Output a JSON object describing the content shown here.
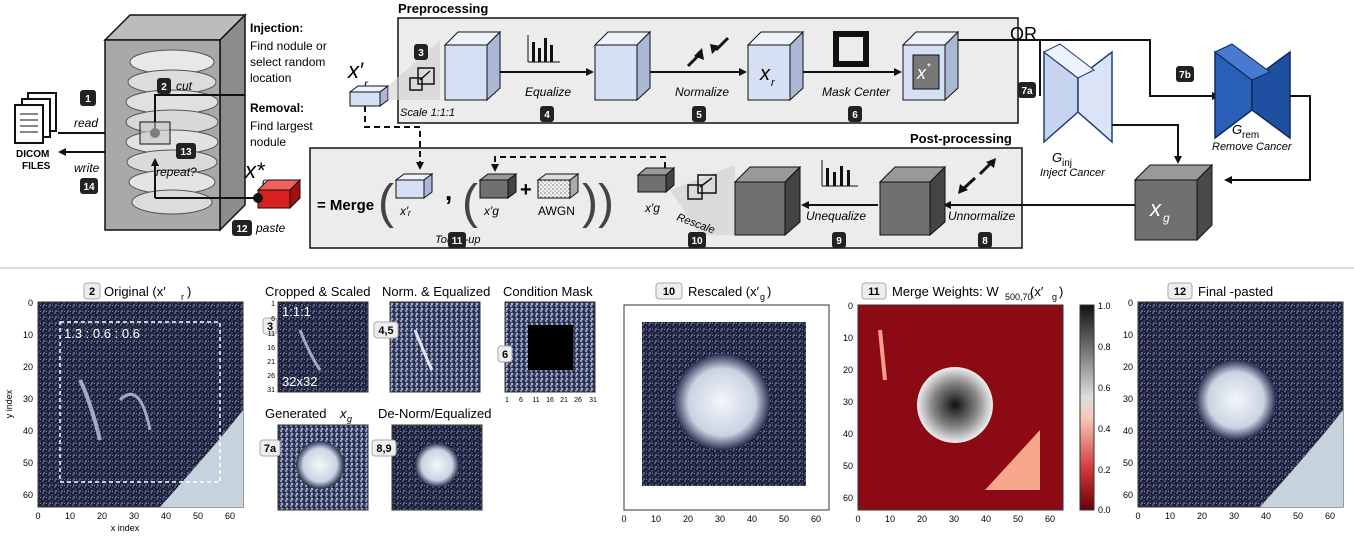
{
  "pipeline": {
    "dicom": [
      "DICOM",
      "FILES"
    ],
    "read": "read",
    "write": "write",
    "cut": "cut",
    "repeat": "repeat?",
    "paste": "paste",
    "injection": {
      "title": "Injection:",
      "lines": [
        "Find nodule or",
        "select random",
        "location"
      ]
    },
    "removal": {
      "title": "Removal:",
      "lines": [
        "Find largest",
        "nodule"
      ]
    },
    "xr_prime": "x′",
    "xg_star": "x*",
    "preprocessing": "Preprocessing",
    "postprocessing": "Post-processing",
    "scale_label": "Scale 1:1:1",
    "equalize": "Equalize",
    "normalize": "Normalize",
    "mask_center": "Mask Center",
    "or_label": "OR",
    "inject_cancer": "Inject Cancer",
    "remove_cancer": "Remove Cancer",
    "g_inj": "G",
    "g_inj_sub": "inj",
    "g_rem": "G",
    "g_rem_sub": "rem",
    "merge": "= Merge",
    "awgn": "AWGN",
    "rescale": "Rescale",
    "unequalize": "Unequalize",
    "unnormalize": "Unnormalize",
    "touchup": "Touch-up",
    "xr": "x",
    "xg": "x",
    "badges": [
      "1",
      "2",
      "3",
      "4",
      "5",
      "6",
      "7a",
      "7b",
      "8",
      "9",
      "10",
      "11",
      "12",
      "13",
      "14"
    ]
  },
  "panels": {
    "original": {
      "badge": "2",
      "title": "Original (x′",
      "annotation": "1.3 : 0.6 : 0.6",
      "xlabel": "x index",
      "ylabel": "y index",
      "xticks": [
        "0",
        "10",
        "20",
        "30",
        "40",
        "50",
        "60"
      ],
      "yticks": [
        "0",
        "10",
        "20",
        "30",
        "40",
        "50",
        "60"
      ]
    },
    "cropped": {
      "badge": "3",
      "title": "Cropped & Scaled",
      "scale": "1:1:1",
      "size": "32x32",
      "yticks": [
        "1",
        "6",
        "11",
        "16",
        "21",
        "26",
        "31"
      ]
    },
    "normeq": {
      "badge": "4,5",
      "title": "Norm. & Equalized"
    },
    "mask": {
      "badge": "6",
      "title": "Condition Mask",
      "xticks": [
        "1",
        "6",
        "11",
        "16",
        "21",
        "26",
        "31"
      ]
    },
    "generated": {
      "badge": "7a",
      "title": "Generated"
    },
    "denorm": {
      "badge": "8,9",
      "title": "De-Norm/Equalized"
    },
    "rescaled": {
      "badge": "10",
      "title": "Rescaled (x′",
      "ticks": [
        "0",
        "10",
        "20",
        "30",
        "40",
        "50",
        "60"
      ]
    },
    "merge": {
      "badge": "11",
      "title": "Merge Weights: W",
      "sub": "500,70",
      "arg": "(x′",
      "ticks": [
        "0",
        "10",
        "20",
        "30",
        "40",
        "50",
        "60"
      ],
      "colorbar": [
        "1.0",
        "0.8",
        "0.6",
        "0.4",
        "0.2",
        "0.0"
      ]
    },
    "final": {
      "badge": "12",
      "title": "Final -pasted",
      "ticks": [
        "0",
        "10",
        "20",
        "30",
        "40",
        "50",
        "60"
      ]
    }
  },
  "colors": {
    "box_fill": "#ececec",
    "light_cube": "#d5e0f5",
    "dark_cube": "#707070",
    "blue_gen": "#1f4fa0",
    "badge": "#222222",
    "red": "#d82020",
    "maroon": "#8b0a14"
  }
}
